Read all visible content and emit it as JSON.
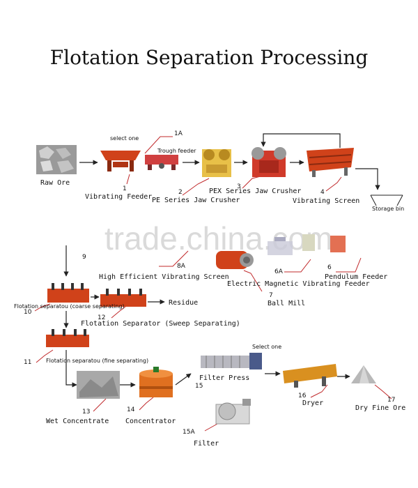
{
  "title": "Flotation Separation Processing",
  "watermark": "trade.china.com",
  "labels": {
    "raw_ore": "Raw Ore",
    "select_one_1": "select one",
    "trough_feeder": "Trough feeder",
    "vibrating_feeder": "Vibrating Feeder",
    "pe_jaw": "PE Series Jaw Crusher",
    "pex_jaw": "PEX Series Jaw Crusher",
    "vibrating_screen": "Vibrating Screen",
    "storage_bin": "Storage bin",
    "high_eff_screen": "High Efficient Vibrating Screen",
    "em_feeder": "Electric Magnetic Vibrating Feeder",
    "pendulum_feeder": "Pendulum Feeder",
    "ball_mill": "Ball Mill",
    "flot_coarse": "Flotation separatou (coarse separating)",
    "residue": "Residue",
    "flot_sweep": "Flotation Separator (Sweep Separating)",
    "flot_fine": "Flotation separatou (fine separating)",
    "select_one_2": "Select one",
    "filter_press": "Filter Press",
    "dryer": "Dryer",
    "dry_fine_ore": "Dry Fine Ore",
    "wet_concentrate": "Wet Concentrate",
    "concentrator": "Concentrator",
    "filter": "Filter"
  },
  "numbers": {
    "n1": "1",
    "n1a": "1A",
    "n2": "2",
    "n3": "3",
    "n4": "4",
    "n6": "6",
    "n6a": "6A",
    "n7": "7",
    "n8a": "8A",
    "n9": "9",
    "n10": "10",
    "n11": "11",
    "n12": "12",
    "n13": "13",
    "n14": "14",
    "n15": "15",
    "n15a": "15A",
    "n16": "16",
    "n17": "17"
  },
  "colors": {
    "machine": "#d0421a",
    "jaw": "#e8c048",
    "line": "#222222",
    "callout": "#c0282a"
  }
}
